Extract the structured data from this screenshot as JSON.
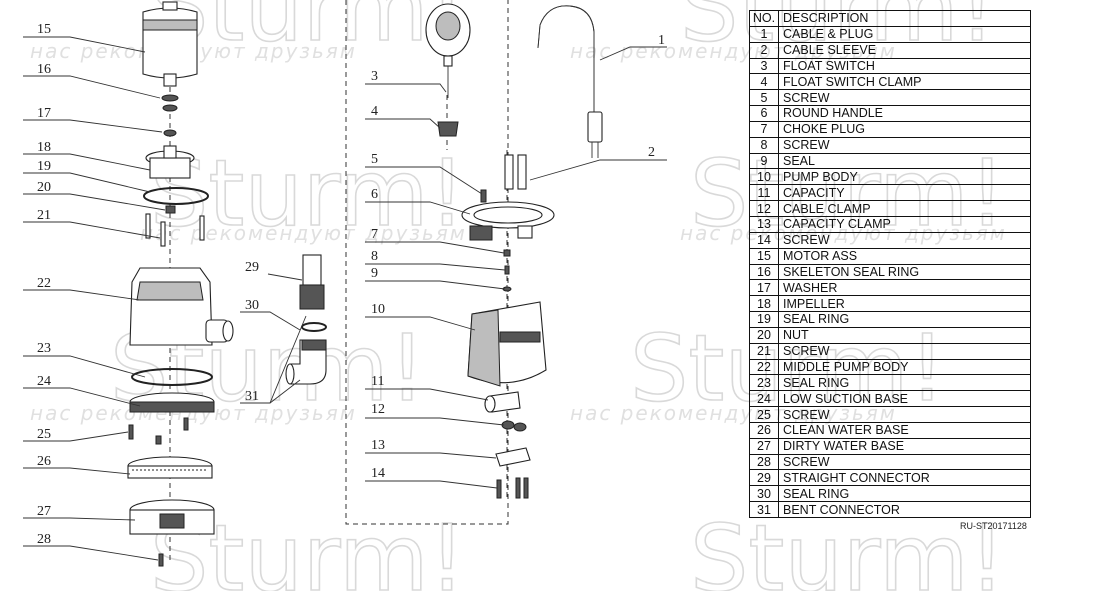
{
  "watermark": {
    "brand": "Sturm!",
    "slogan": "нас рекомендуют друзьям"
  },
  "table": {
    "header": {
      "no": "NO.",
      "description": "DESCRIPTION"
    },
    "rows": [
      {
        "no": "1",
        "description": "CABLE & PLUG"
      },
      {
        "no": "2",
        "description": "CABLE SLEEVE"
      },
      {
        "no": "3",
        "description": "FLOAT SWITCH"
      },
      {
        "no": "4",
        "description": "FLOAT SWITCH CLAMP"
      },
      {
        "no": "5",
        "description": "SCREW"
      },
      {
        "no": "6",
        "description": "ROUND HANDLE"
      },
      {
        "no": "7",
        "description": "CHOKE PLUG"
      },
      {
        "no": "8",
        "description": "SCREW"
      },
      {
        "no": "9",
        "description": "SEAL"
      },
      {
        "no": "10",
        "description": "PUMP BODY"
      },
      {
        "no": "11",
        "description": "CAPACITY"
      },
      {
        "no": "12",
        "description": "CABLE CLAMP"
      },
      {
        "no": "13",
        "description": "CAPACITY CLAMP"
      },
      {
        "no": "14",
        "description": "SCREW"
      },
      {
        "no": "15",
        "description": "MOTOR ASS"
      },
      {
        "no": "16",
        "description": "SKELETON SEAL RING"
      },
      {
        "no": "17",
        "description": "WASHER"
      },
      {
        "no": "18",
        "description": "IMPELLER"
      },
      {
        "no": "19",
        "description": "SEAL RING"
      },
      {
        "no": "20",
        "description": "NUT"
      },
      {
        "no": "21",
        "description": "SCREW"
      },
      {
        "no": "22",
        "description": "MIDDLE PUMP BODY"
      },
      {
        "no": "23",
        "description": "SEAL RING"
      },
      {
        "no": "24",
        "description": "LOW SUCTION BASE"
      },
      {
        "no": "25",
        "description": "SCREW"
      },
      {
        "no": "26",
        "description": "CLEAN WATER BASE"
      },
      {
        "no": "27",
        "description": "DIRTY WATER BASE"
      },
      {
        "no": "28",
        "description": "SCREW"
      },
      {
        "no": "29",
        "description": "STRAIGHT CONNECTOR"
      },
      {
        "no": "30",
        "description": "SEAL RING"
      },
      {
        "no": "31",
        "description": "BENT CONNECTOR"
      }
    ]
  },
  "document_code": "RU-ST20171128",
  "callouts": {
    "c1": "1",
    "c2": "2",
    "c3": "3",
    "c4": "4",
    "c5": "5",
    "c6": "6",
    "c7": "7",
    "c8": "8",
    "c9": "9",
    "c10": "10",
    "c11": "11",
    "c12": "12",
    "c13": "13",
    "c14": "14",
    "c15": "15",
    "c16": "16",
    "c17": "17",
    "c18": "18",
    "c19": "19",
    "c20": "20",
    "c21": "21",
    "c22": "22",
    "c23": "23",
    "c24": "24",
    "c25": "25",
    "c26": "26",
    "c27": "27",
    "c28": "28",
    "c29": "29",
    "c30": "30",
    "c31": "31"
  }
}
